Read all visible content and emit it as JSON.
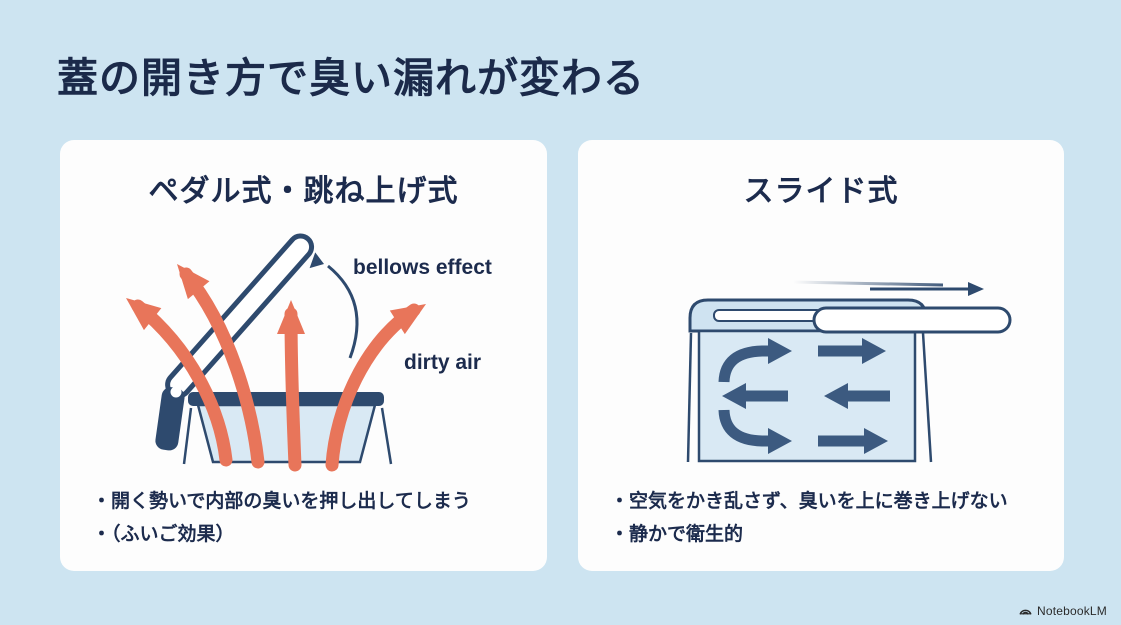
{
  "title": "蓋の開き方で臭い漏れが変わる",
  "left_panel": {
    "heading": "ペダル式・跳ね上げ式",
    "diagram_labels": {
      "bellows": "bellows effect",
      "dirty_air": "dirty air"
    },
    "bullets": [
      "・開く勢いで内部の臭いを押し出してしまう",
      "・（ふいご効果）"
    ]
  },
  "right_panel": {
    "heading": "スライド式",
    "bullets": [
      "・空気をかき乱さず、臭いを上に巻き上げない",
      "・静かで衛生的"
    ]
  },
  "footer": {
    "brand": "NotebookLM"
  },
  "colors": {
    "background": "#cde4f1",
    "panel": "#fdfdfd",
    "title_navy": "#1b2a4a",
    "diagram_navy": "#2e4a6e",
    "arrow_orange": "#e8755a",
    "inner_arrow_blue": "#3c5a80",
    "can_fill": "#d9e9f4",
    "header_band_blue": "#cfe3f1"
  }
}
